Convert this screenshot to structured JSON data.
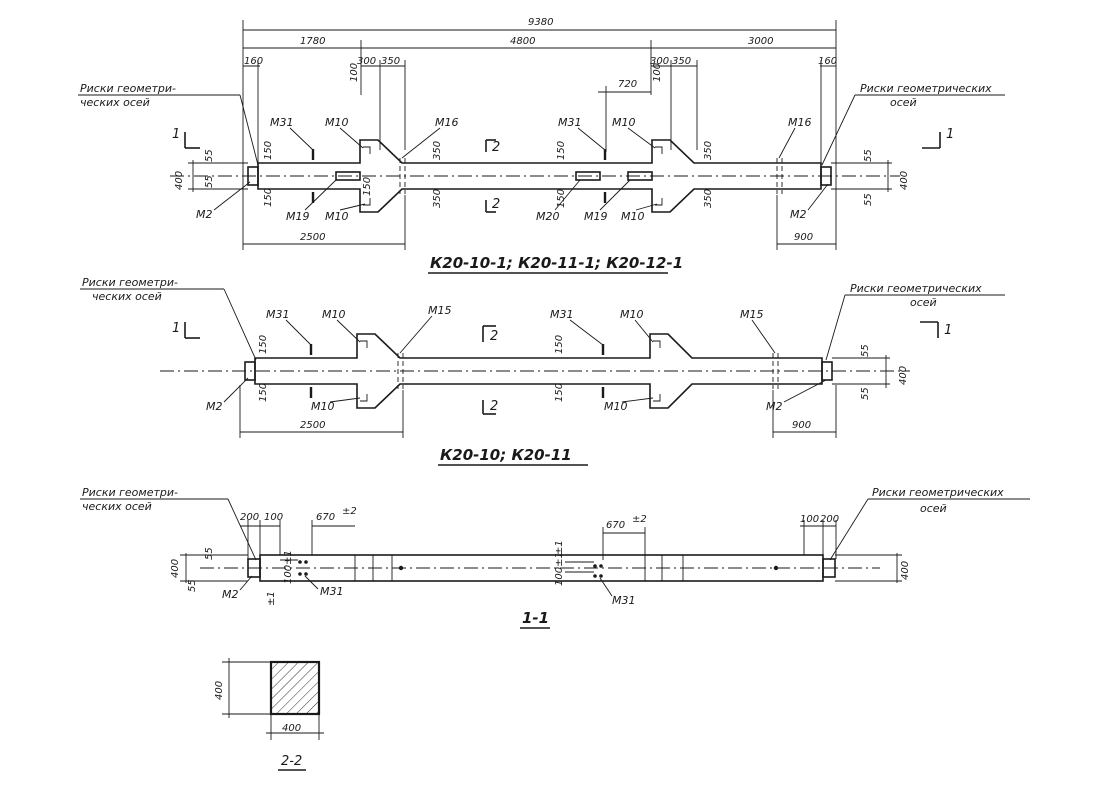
{
  "dims": {
    "overall": "9380",
    "d1780": "1780",
    "d4800": "4800",
    "d3000": "3000",
    "d160": "160",
    "d300": "300",
    "d350": "350",
    "d100": "100",
    "d720": "720",
    "d150": "150",
    "d55": "55",
    "d400": "400",
    "d2500": "2500",
    "d900": "900",
    "d200": "200",
    "d670": "670",
    "tol2": "±2",
    "d100tol": "100±1",
    "tol1": "±1"
  },
  "marks": {
    "m31": "М31",
    "m10": "М10",
    "m16": "М16",
    "m15": "М15",
    "m19": "М19",
    "m20": "М20",
    "m2": "М2"
  },
  "callouts": {
    "risk_left_1": "Риски геометри-",
    "risk_left_2": "ческих осей",
    "risk_right_1": "Риски геометрических",
    "risk_right_2": "осей"
  },
  "sections": {
    "s1": "1",
    "s2": "2",
    "s11": "1-1",
    "s22": "2-2"
  },
  "titles": {
    "view1": "К20-10-1; К20-11-1; К20-12-1",
    "view2": "К20-10; К20-11"
  }
}
